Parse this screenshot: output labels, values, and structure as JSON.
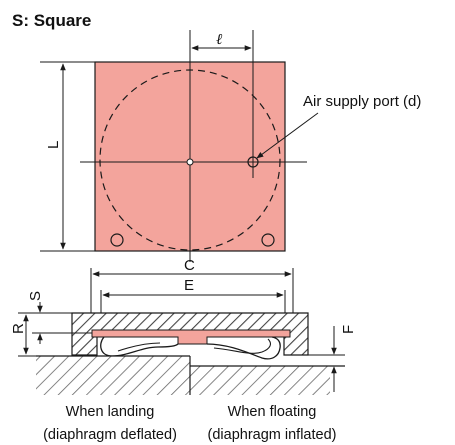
{
  "title": "S: Square",
  "labels": {
    "ell": "ℓ",
    "L": "L",
    "C": "C",
    "E": "E",
    "S": "S",
    "R": "R",
    "F": "F",
    "air_port": "Air supply port (d)"
  },
  "captions": {
    "landing_line1": "When landing",
    "landing_line2": "(diaphragm deflated)",
    "floating_line1": "When floating",
    "floating_line2": "(diaphragm inflated)"
  },
  "colors": {
    "pad_fill": "#f3a49c",
    "stroke": "#1a1a1a",
    "hatch": "#555555"
  }
}
